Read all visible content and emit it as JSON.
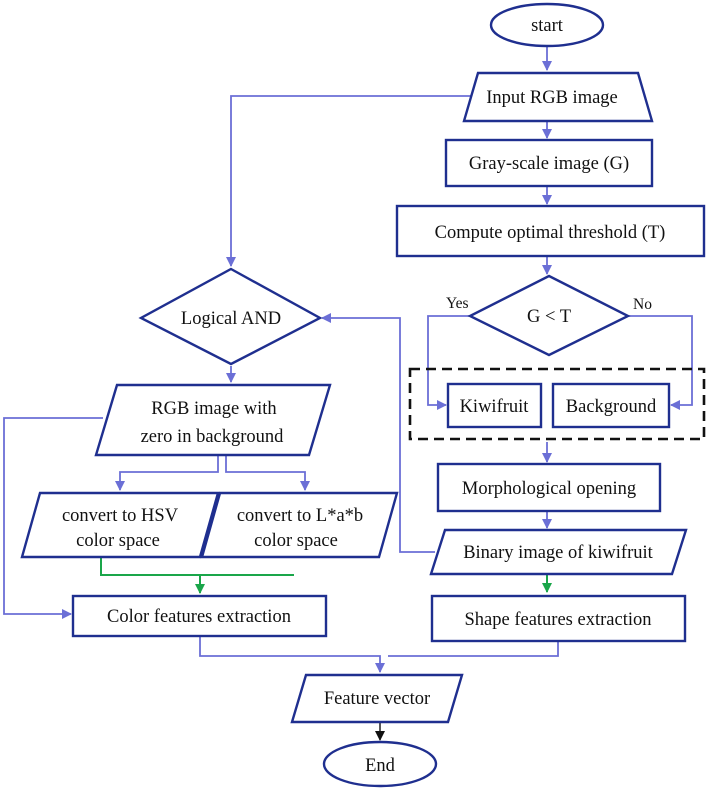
{
  "nodes": {
    "start": "start",
    "input_rgb": "Input RGB image",
    "grayscale": "Gray-scale image (G)",
    "threshold": "Compute optimal threshold (T)",
    "decision": "G < T",
    "yes": "Yes",
    "no": "No",
    "kiwifruit": "Kiwifruit",
    "background": "Background",
    "morph": "Morphological opening",
    "binary": "Binary image of kiwifruit",
    "shape_feat": "Shape features extraction",
    "logical_and": "Logical AND",
    "rgb_zero_line1": "RGB image with",
    "rgb_zero_line2": "zero in background",
    "hsv_line1": "convert to HSV",
    "hsv_line2": "color space",
    "lab_line1": "convert to L*a*b",
    "lab_line2": "color space",
    "color_feat": "Color features extraction",
    "feature_vector": "Feature vector",
    "end": "End"
  },
  "colors": {
    "shape_stroke": "#1f2f8f",
    "connector": "#6b6fd6",
    "connector_green": "#1aa64a",
    "connector_black": "#111111"
  }
}
